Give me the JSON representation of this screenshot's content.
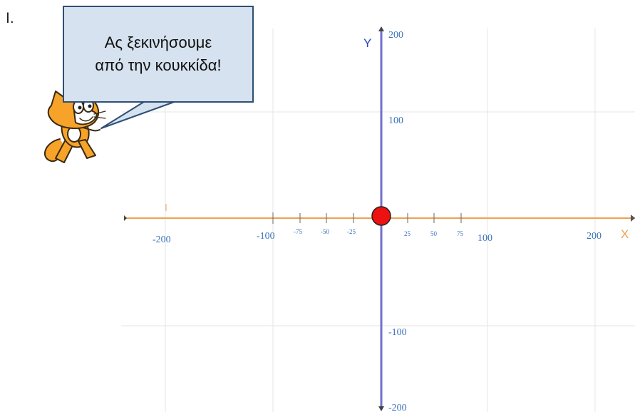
{
  "page": {
    "marker": "I."
  },
  "bubble": {
    "line1": "Ας ξεκινήσουμε",
    "line2": "από την κουκκίδα!"
  },
  "axes": {
    "x_title": "X",
    "y_title": "Y",
    "x_major_labels": [
      "-200",
      "-100",
      "100",
      "200"
    ],
    "x_minor_labels": [
      "-75",
      "-50",
      "-25",
      "25",
      "50",
      "75"
    ],
    "y_labels": [
      "200",
      "100",
      "-100",
      "-200"
    ],
    "x_range": [
      -240,
      240
    ],
    "y_range": [
      -200,
      200
    ],
    "grid": true
  },
  "point": {
    "x": 0,
    "y": 0,
    "color": "#ee1111"
  },
  "colors": {
    "x_axis": "#f0a050",
    "y_axis": "#7070d0",
    "label": "#3a72b8",
    "grid": "#e6e6e6",
    "cat": "#f7a32a"
  },
  "icons": {
    "mascot": "scratch-cat-icon"
  }
}
